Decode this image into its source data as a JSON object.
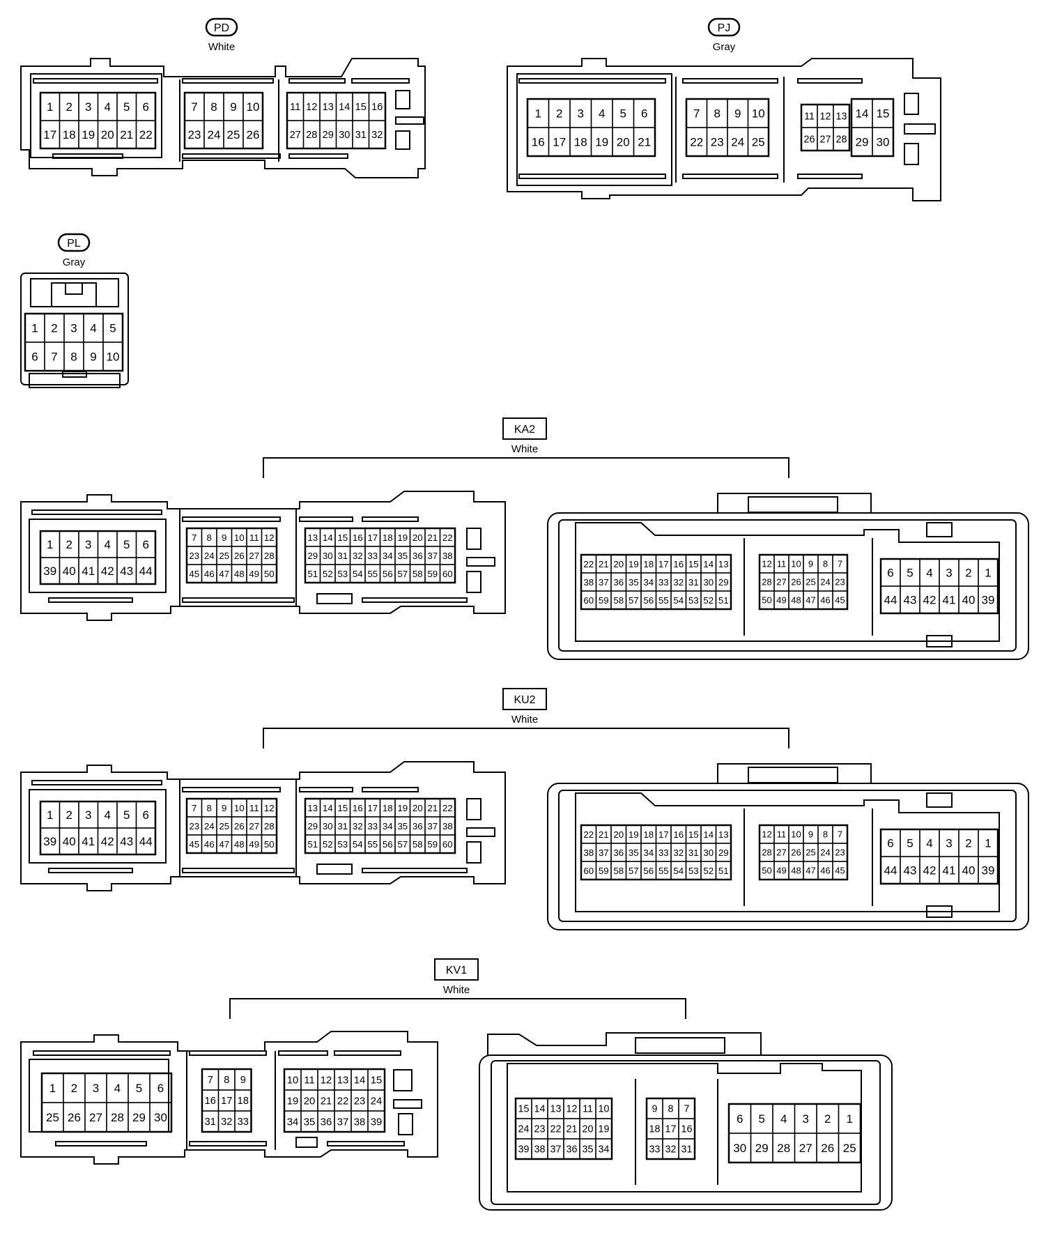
{
  "connectors": [
    {
      "id": "pd",
      "code": "PD",
      "color": "White",
      "style": "oval",
      "views": [
        {
          "groups": [
            {
              "rows": [
                [
                  "1",
                  "2",
                  "3",
                  "4",
                  "5",
                  "6"
                ],
                [
                  "17",
                  "18",
                  "19",
                  "20",
                  "21",
                  "22"
                ]
              ]
            },
            {
              "rows": [
                [
                  "7",
                  "8",
                  "9",
                  "10"
                ],
                [
                  "23",
                  "24",
                  "25",
                  "26"
                ]
              ]
            },
            {
              "rows": [
                [
                  "11",
                  "12",
                  "13",
                  "14",
                  "15",
                  "16"
                ],
                [
                  "27",
                  "28",
                  "29",
                  "30",
                  "31",
                  "32"
                ]
              ]
            }
          ]
        }
      ]
    },
    {
      "id": "pj",
      "code": "PJ",
      "color": "Gray",
      "style": "oval",
      "views": [
        {
          "groups": [
            {
              "rows": [
                [
                  "1",
                  "2",
                  "3",
                  "4",
                  "5",
                  "6"
                ],
                [
                  "16",
                  "17",
                  "18",
                  "19",
                  "20",
                  "21"
                ]
              ]
            },
            {
              "rows": [
                [
                  "7",
                  "8",
                  "9",
                  "10"
                ],
                [
                  "22",
                  "23",
                  "24",
                  "25"
                ]
              ]
            },
            {
              "rows": [
                [
                  "11",
                  "12",
                  "13"
                ],
                [
                  "26",
                  "27",
                  "28"
                ]
              ]
            },
            {
              "rows": [
                [
                  "14",
                  "15"
                ],
                [
                  "29",
                  "30"
                ]
              ]
            }
          ]
        }
      ]
    },
    {
      "id": "pl",
      "code": "PL",
      "color": "Gray",
      "style": "oval",
      "views": [
        {
          "groups": [
            {
              "rows": [
                [
                  "1",
                  "2",
                  "3",
                  "4",
                  "5"
                ],
                [
                  "6",
                  "7",
                  "8",
                  "9",
                  "10"
                ]
              ]
            }
          ]
        }
      ]
    },
    {
      "id": "ka2",
      "code": "KA2",
      "color": "White",
      "style": "box",
      "views": [
        {
          "groups": [
            {
              "rows": [
                [
                  "1",
                  "2",
                  "3",
                  "4",
                  "5",
                  "6"
                ],
                [
                  "39",
                  "40",
                  "41",
                  "42",
                  "43",
                  "44"
                ]
              ]
            },
            {
              "rows": [
                [
                  "7",
                  "8",
                  "9",
                  "10",
                  "11",
                  "12"
                ],
                [
                  "23",
                  "24",
                  "25",
                  "26",
                  "27",
                  "28"
                ],
                [
                  "45",
                  "46",
                  "47",
                  "48",
                  "49",
                  "50"
                ]
              ]
            },
            {
              "rows": [
                [
                  "13",
                  "14",
                  "15",
                  "16",
                  "17",
                  "18",
                  "19",
                  "20",
                  "21",
                  "22"
                ],
                [
                  "29",
                  "30",
                  "31",
                  "32",
                  "33",
                  "34",
                  "35",
                  "36",
                  "37",
                  "38"
                ],
                [
                  "51",
                  "52",
                  "53",
                  "54",
                  "55",
                  "56",
                  "57",
                  "58",
                  "59",
                  "60"
                ]
              ]
            }
          ]
        },
        {
          "groups": [
            {
              "rows": [
                [
                  "22",
                  "21",
                  "20",
                  "19",
                  "18",
                  "17",
                  "16",
                  "15",
                  "14",
                  "13"
                ],
                [
                  "38",
                  "37",
                  "36",
                  "35",
                  "34",
                  "33",
                  "32",
                  "31",
                  "30",
                  "29"
                ],
                [
                  "60",
                  "59",
                  "58",
                  "57",
                  "56",
                  "55",
                  "54",
                  "53",
                  "52",
                  "51"
                ]
              ]
            },
            {
              "rows": [
                [
                  "12",
                  "11",
                  "10",
                  "9",
                  "8",
                  "7"
                ],
                [
                  "28",
                  "27",
                  "26",
                  "25",
                  "24",
                  "23"
                ],
                [
                  "50",
                  "49",
                  "48",
                  "47",
                  "46",
                  "45"
                ]
              ]
            },
            {
              "rows": [
                [
                  "6",
                  "5",
                  "4",
                  "3",
                  "2",
                  "1"
                ],
                [
                  "44",
                  "43",
                  "42",
                  "41",
                  "40",
                  "39"
                ]
              ]
            }
          ]
        }
      ]
    },
    {
      "id": "ku2",
      "code": "KU2",
      "color": "White",
      "style": "box",
      "views": [
        {
          "groups": [
            {
              "rows": [
                [
                  "1",
                  "2",
                  "3",
                  "4",
                  "5",
                  "6"
                ],
                [
                  "39",
                  "40",
                  "41",
                  "42",
                  "43",
                  "44"
                ]
              ]
            },
            {
              "rows": [
                [
                  "7",
                  "8",
                  "9",
                  "10",
                  "11",
                  "12"
                ],
                [
                  "23",
                  "24",
                  "25",
                  "26",
                  "27",
                  "28"
                ],
                [
                  "45",
                  "46",
                  "47",
                  "48",
                  "49",
                  "50"
                ]
              ]
            },
            {
              "rows": [
                [
                  "13",
                  "14",
                  "15",
                  "16",
                  "17",
                  "18",
                  "19",
                  "20",
                  "21",
                  "22"
                ],
                [
                  "29",
                  "30",
                  "31",
                  "32",
                  "33",
                  "34",
                  "35",
                  "36",
                  "37",
                  "38"
                ],
                [
                  "51",
                  "52",
                  "53",
                  "54",
                  "55",
                  "56",
                  "57",
                  "58",
                  "59",
                  "60"
                ]
              ]
            }
          ]
        },
        {
          "groups": [
            {
              "rows": [
                [
                  "22",
                  "21",
                  "20",
                  "19",
                  "18",
                  "17",
                  "16",
                  "15",
                  "14",
                  "13"
                ],
                [
                  "38",
                  "37",
                  "36",
                  "35",
                  "34",
                  "33",
                  "32",
                  "31",
                  "30",
                  "29"
                ],
                [
                  "60",
                  "59",
                  "58",
                  "57",
                  "56",
                  "55",
                  "54",
                  "53",
                  "52",
                  "51"
                ]
              ]
            },
            {
              "rows": [
                [
                  "12",
                  "11",
                  "10",
                  "9",
                  "8",
                  "7"
                ],
                [
                  "28",
                  "27",
                  "26",
                  "25",
                  "24",
                  "23"
                ],
                [
                  "50",
                  "49",
                  "48",
                  "47",
                  "46",
                  "45"
                ]
              ]
            },
            {
              "rows": [
                [
                  "6",
                  "5",
                  "4",
                  "3",
                  "2",
                  "1"
                ],
                [
                  "44",
                  "43",
                  "42",
                  "41",
                  "40",
                  "39"
                ]
              ]
            }
          ]
        }
      ]
    },
    {
      "id": "kv1",
      "code": "KV1",
      "color": "White",
      "style": "box",
      "views": [
        {
          "groups": [
            {
              "rows": [
                [
                  "1",
                  "2",
                  "3",
                  "4",
                  "5",
                  "6"
                ],
                [
                  "25",
                  "26",
                  "27",
                  "28",
                  "29",
                  "30"
                ]
              ]
            },
            {
              "rows": [
                [
                  "7",
                  "8",
                  "9"
                ],
                [
                  "16",
                  "17",
                  "18"
                ],
                [
                  "31",
                  "32",
                  "33"
                ]
              ]
            },
            {
              "rows": [
                [
                  "10",
                  "11",
                  "12",
                  "13",
                  "14",
                  "15"
                ],
                [
                  "19",
                  "20",
                  "21",
                  "22",
                  "23",
                  "24"
                ],
                [
                  "34",
                  "35",
                  "36",
                  "37",
                  "38",
                  "39"
                ]
              ]
            }
          ]
        },
        {
          "groups": [
            {
              "rows": [
                [
                  "15",
                  "14",
                  "13",
                  "12",
                  "11",
                  "10"
                ],
                [
                  "24",
                  "23",
                  "22",
                  "21",
                  "20",
                  "19"
                ],
                [
                  "39",
                  "38",
                  "37",
                  "36",
                  "35",
                  "34"
                ]
              ]
            },
            {
              "rows": [
                [
                  "9",
                  "8",
                  "7"
                ],
                [
                  "18",
                  "17",
                  "16"
                ],
                [
                  "33",
                  "32",
                  "31"
                ]
              ]
            },
            {
              "rows": [
                [
                  "6",
                  "5",
                  "4",
                  "3",
                  "2",
                  "1"
                ],
                [
                  "30",
                  "29",
                  "28",
                  "27",
                  "26",
                  "25"
                ]
              ]
            }
          ]
        }
      ]
    }
  ]
}
